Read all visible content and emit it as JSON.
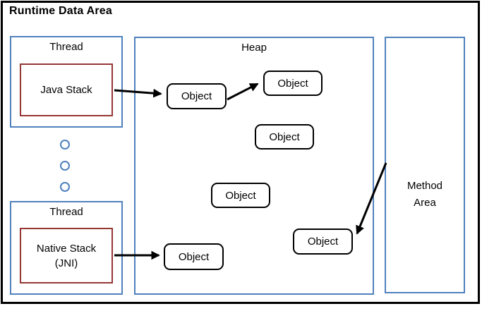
{
  "title": "Runtime Data Area",
  "thread_top": {
    "label": "Thread",
    "stack": "Java Stack"
  },
  "thread_bottom": {
    "label": "Thread",
    "stack": "Native Stack (JNI)"
  },
  "heap": {
    "label": "Heap"
  },
  "method_area": {
    "label": "Method Area"
  },
  "objects": [
    {
      "label": "Object"
    },
    {
      "label": "Object"
    },
    {
      "label": "Object"
    },
    {
      "label": "Object"
    },
    {
      "label": "Object"
    },
    {
      "label": "Object"
    }
  ],
  "colors": {
    "container_blue": "#4f81bd",
    "stack_maroon": "#953735",
    "node_black": "#000000",
    "background": "#ffffff"
  }
}
